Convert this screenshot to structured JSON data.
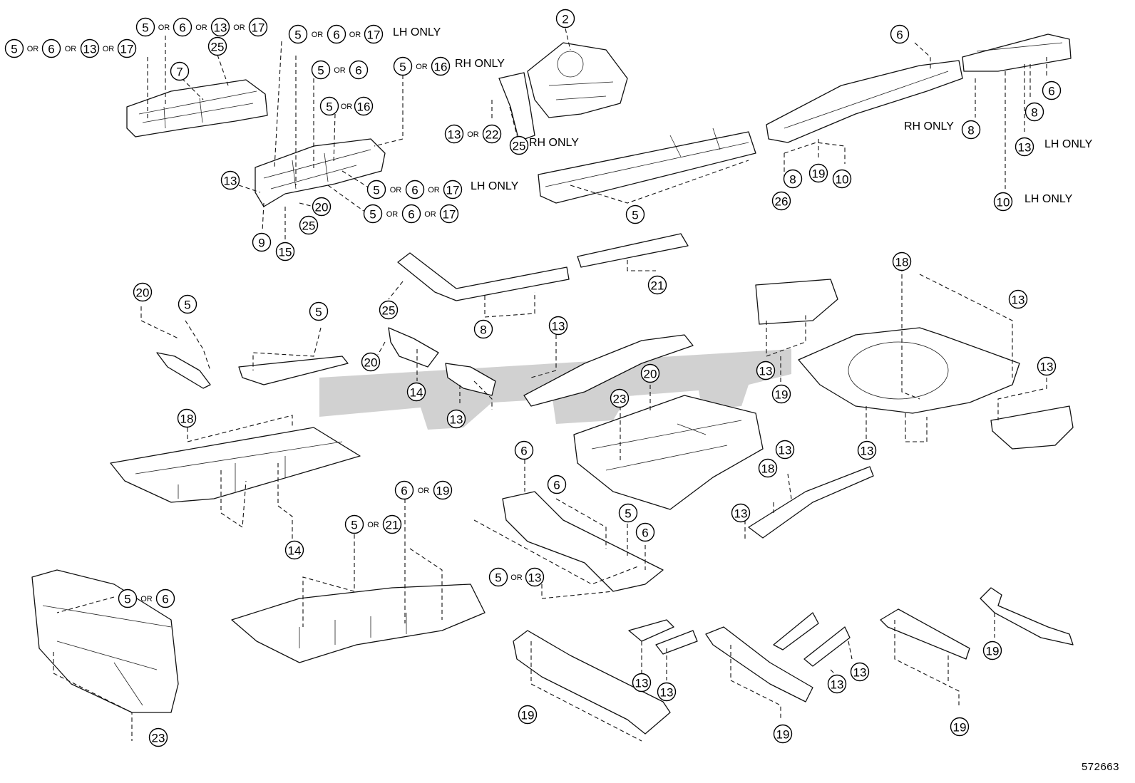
{
  "diagram": {
    "callouts": [
      {
        "id": "c1",
        "label": "5"
      },
      {
        "id": "c2",
        "label": "6"
      },
      {
        "id": "c3",
        "label": "13"
      },
      {
        "id": "c4",
        "label": "17"
      },
      {
        "id": "c5",
        "label": "5"
      },
      {
        "id": "c6",
        "label": "6"
      },
      {
        "id": "c7",
        "label": "13"
      },
      {
        "id": "c8",
        "label": "17"
      },
      {
        "id": "c9",
        "label": "25"
      },
      {
        "id": "c10",
        "label": "7"
      },
      {
        "id": "c11",
        "label": "5"
      },
      {
        "id": "c12",
        "label": "6"
      },
      {
        "id": "c13",
        "label": "17"
      },
      {
        "id": "c14",
        "label": "5"
      },
      {
        "id": "c15",
        "label": "6"
      },
      {
        "id": "c16",
        "label": "5"
      },
      {
        "id": "c17",
        "label": "16"
      },
      {
        "id": "c18",
        "label": "5"
      },
      {
        "id": "c19",
        "label": "16"
      },
      {
        "id": "c20",
        "label": "13"
      },
      {
        "id": "c21",
        "label": "5"
      },
      {
        "id": "c22",
        "label": "6"
      },
      {
        "id": "c23",
        "label": "17"
      },
      {
        "id": "c24",
        "label": "20"
      },
      {
        "id": "c25",
        "label": "5"
      },
      {
        "id": "c26",
        "label": "6"
      },
      {
        "id": "c27",
        "label": "17"
      },
      {
        "id": "c28",
        "label": "25"
      },
      {
        "id": "c29",
        "label": "9"
      },
      {
        "id": "c30",
        "label": "15"
      },
      {
        "id": "c31",
        "label": "2"
      },
      {
        "id": "c32",
        "label": "13"
      },
      {
        "id": "c33",
        "label": "22"
      },
      {
        "id": "c34",
        "label": "25"
      },
      {
        "id": "c35",
        "label": "5"
      },
      {
        "id": "c36",
        "label": "6"
      },
      {
        "id": "c37",
        "label": "6"
      },
      {
        "id": "c38",
        "label": "8"
      },
      {
        "id": "c39",
        "label": "8"
      },
      {
        "id": "c40",
        "label": "13"
      },
      {
        "id": "c41",
        "label": "10"
      },
      {
        "id": "c42",
        "label": "8"
      },
      {
        "id": "c43",
        "label": "19"
      },
      {
        "id": "c44",
        "label": "10"
      },
      {
        "id": "c45",
        "label": "26"
      },
      {
        "id": "c46",
        "label": "21"
      },
      {
        "id": "c47",
        "label": "25"
      },
      {
        "id": "c48",
        "label": "8"
      },
      {
        "id": "c49",
        "label": "20"
      },
      {
        "id": "c50",
        "label": "5"
      },
      {
        "id": "c51",
        "label": "5"
      },
      {
        "id": "c52",
        "label": "20"
      },
      {
        "id": "c53",
        "label": "14"
      },
      {
        "id": "c54",
        "label": "13"
      },
      {
        "id": "c55",
        "label": "13"
      },
      {
        "id": "c56",
        "label": "18"
      },
      {
        "id": "c57",
        "label": "14"
      },
      {
        "id": "c58",
        "label": "23"
      },
      {
        "id": "c59",
        "label": "20"
      },
      {
        "id": "c60",
        "label": "18"
      },
      {
        "id": "c61",
        "label": "13"
      },
      {
        "id": "c62",
        "label": "13"
      },
      {
        "id": "c63",
        "label": "19"
      },
      {
        "id": "c64",
        "label": "13"
      },
      {
        "id": "c65",
        "label": "13"
      },
      {
        "id": "c66",
        "label": "13"
      },
      {
        "id": "c67",
        "label": "18"
      },
      {
        "id": "c68",
        "label": "13"
      },
      {
        "id": "c69",
        "label": "6"
      },
      {
        "id": "c70",
        "label": "6"
      },
      {
        "id": "c71",
        "label": "5"
      },
      {
        "id": "c72",
        "label": "6"
      },
      {
        "id": "c73",
        "label": "5"
      },
      {
        "id": "c74",
        "label": "13"
      },
      {
        "id": "c75",
        "label": "6"
      },
      {
        "id": "c76",
        "label": "19"
      },
      {
        "id": "c77",
        "label": "5"
      },
      {
        "id": "c78",
        "label": "21"
      },
      {
        "id": "c79",
        "label": "5"
      },
      {
        "id": "c80",
        "label": "6"
      },
      {
        "id": "c81",
        "label": "23"
      },
      {
        "id": "c82",
        "label": "13"
      },
      {
        "id": "c83",
        "label": "13"
      },
      {
        "id": "c84",
        "label": "19"
      },
      {
        "id": "c85",
        "label": "19"
      },
      {
        "id": "c86",
        "label": "13"
      },
      {
        "id": "c87",
        "label": "13"
      },
      {
        "id": "c88",
        "label": "19"
      },
      {
        "id": "c89",
        "label": "19"
      }
    ],
    "or_text": "OR",
    "captions": {
      "lh_only_1": "LH ONLY",
      "rh_only_1": "RH ONLY",
      "rh_only_2": "RH ONLY",
      "lh_only_2": "LH ONLY",
      "rh_only_3": "RH ONLY",
      "lh_only_3": "LH ONLY",
      "lh_only_4": "LH ONLY"
    },
    "catalog_number": "572663"
  }
}
